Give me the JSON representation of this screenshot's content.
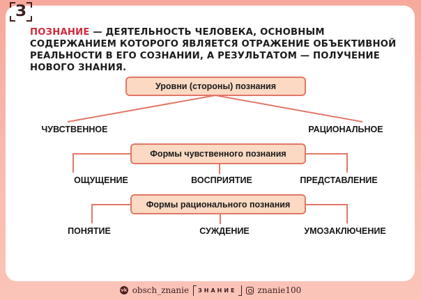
{
  "logo": {
    "glyph": "З"
  },
  "definition": {
    "term": "ПОЗНАНИЕ",
    "text": " — ДЕЯТЕЛЬНОСТЬ ЧЕЛОВЕКА, ОСНОВНЫМ СОДЕРЖАНИЕМ КОТОРОГО ЯВЛЯЕТСЯ ОТРАЖЕНИЕ ОБЪЕКТИВНОЙ РЕАЛЬНОСТИ В ЕГО СОЗНАНИИ, А РЕЗУЛЬТАТОМ — ПОЛУЧЕНИЕ НОВОГО ЗНАНИЯ."
  },
  "diagram": {
    "levels": {
      "title": "Уровни (стороны) познания",
      "items": [
        "ЧУВСТВЕННОЕ",
        "РАЦИОНАЛЬНОЕ"
      ]
    },
    "sensory": {
      "title": "Формы чувственного познания",
      "items": [
        "ОЩУЩЕНИЕ",
        "ВОСПРИЯТИЕ",
        "ПРЕДСТАВЛЕНИЕ"
      ]
    },
    "rational": {
      "title": "Формы рационального познания",
      "items": [
        "ПОНЯТИЕ",
        "СУЖДЕНИЕ",
        "УМОЗАКЛЮЧЕНИЕ"
      ]
    }
  },
  "footer": {
    "vk_icon": "vk-icon",
    "vk_handle": "obsch_znanie",
    "brand": "ЗНАНИЕ",
    "instagram_icon": "instagram-icon",
    "instagram_handle": "znanie100"
  },
  "colors": {
    "background": "#f6a99c",
    "card": "#ffffff",
    "accent_term": "#d12a3c",
    "box_fill": "#fbd9c2",
    "box_border": "#e07766",
    "connector": "#e07766"
  }
}
